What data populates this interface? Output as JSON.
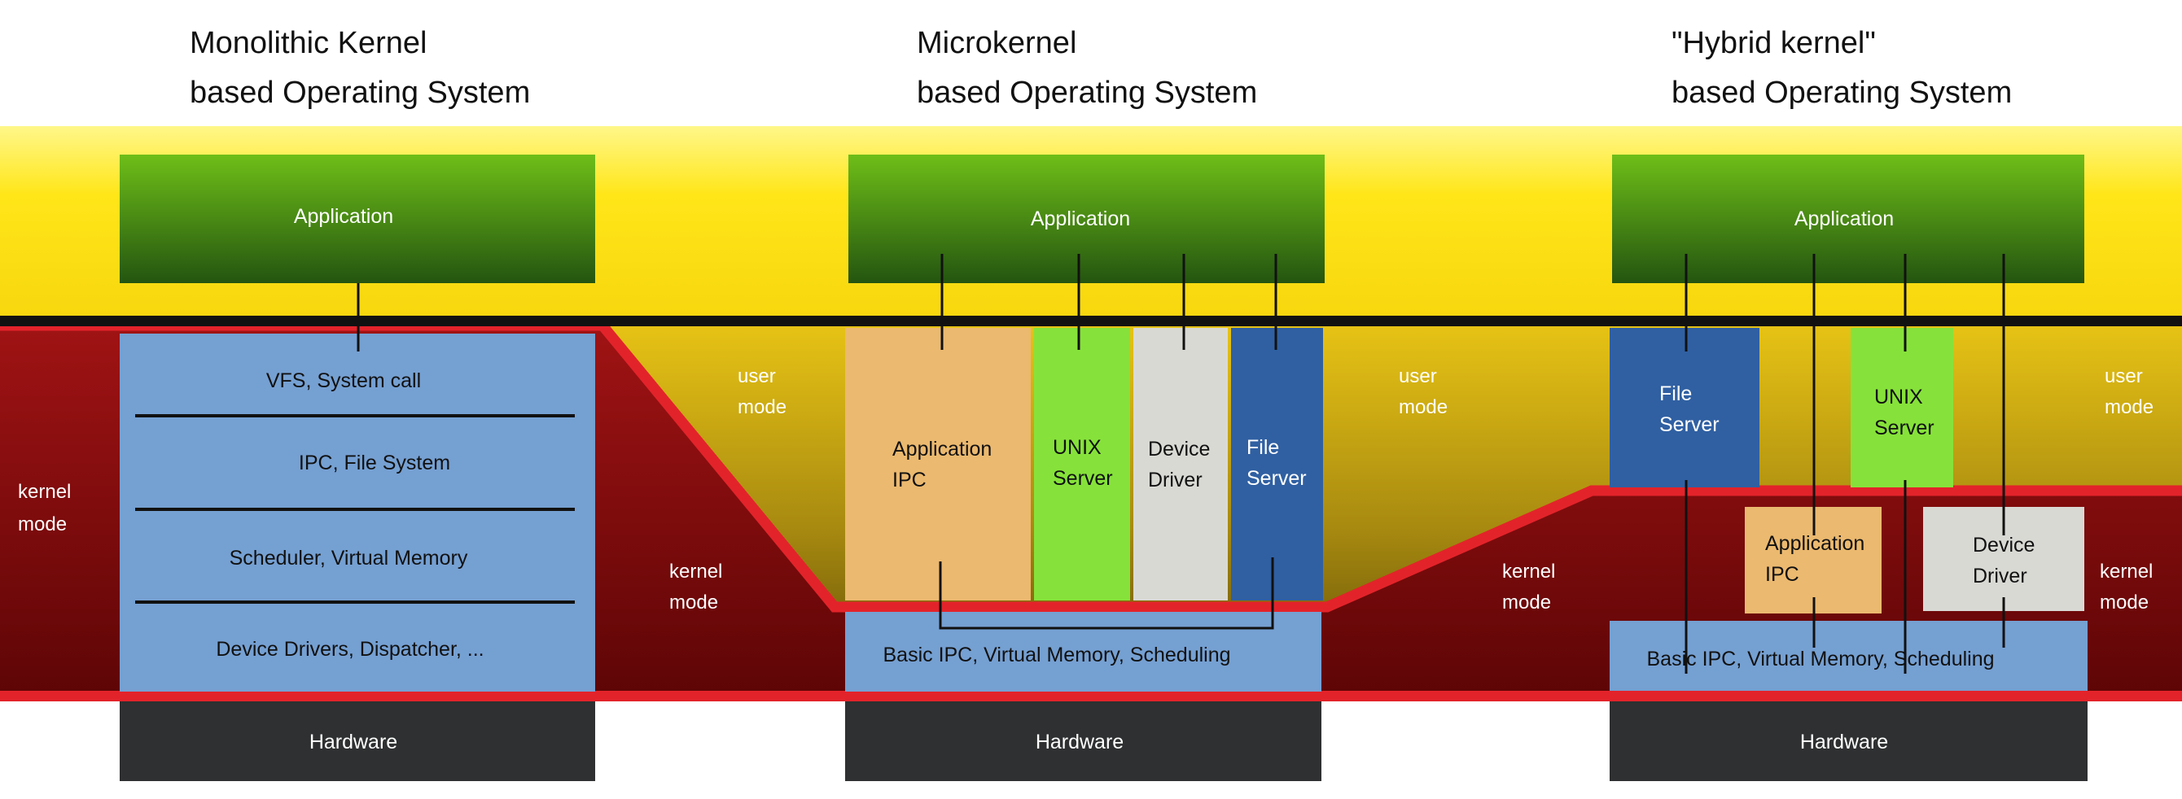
{
  "columns": [
    {
      "title": [
        "Monolithic Kernel",
        "based Operating System"
      ],
      "application": "Application",
      "kernel_layers": [
        "VFS, System call",
        "IPC, File System",
        "Scheduler, Virtual Memory",
        "Device Drivers, Dispatcher, ..."
      ],
      "hardware": "Hardware"
    },
    {
      "title": [
        "Microkernel",
        "based Operating System"
      ],
      "application": "Application",
      "servers": [
        [
          "Application",
          "IPC"
        ],
        [
          "UNIX",
          "Server"
        ],
        [
          "Device",
          "Driver"
        ],
        [
          "File",
          "Server"
        ]
      ],
      "kernel": "Basic IPC, Virtual Memory, Scheduling",
      "hardware": "Hardware"
    },
    {
      "title": [
        "\"Hybrid kernel\"",
        "based Operating System"
      ],
      "application": "Application",
      "user_servers": [
        [
          "File",
          "Server"
        ],
        [
          "UNIX",
          "Server"
        ]
      ],
      "kernel_servers": [
        [
          "Application",
          "IPC"
        ],
        [
          "Device",
          "Driver"
        ]
      ],
      "kernel": "Basic IPC, Virtual Memory, Scheduling",
      "hardware": "Hardware"
    }
  ],
  "modes": {
    "kernel": [
      "kernel",
      "mode"
    ],
    "user": [
      "user",
      "mode"
    ]
  },
  "colors": {
    "user_space": "#ffe619",
    "kernel_space": "#8c0b0b",
    "boundary": "#e3232a",
    "application": "#3f7f12",
    "kernel_box": "#75a0d2",
    "hardware": "#2e3031",
    "app_ipc": "#ebb96f",
    "unix_server": "#86e23a",
    "device_driver": "#d9d9d4",
    "file_server": "#3060a2"
  }
}
